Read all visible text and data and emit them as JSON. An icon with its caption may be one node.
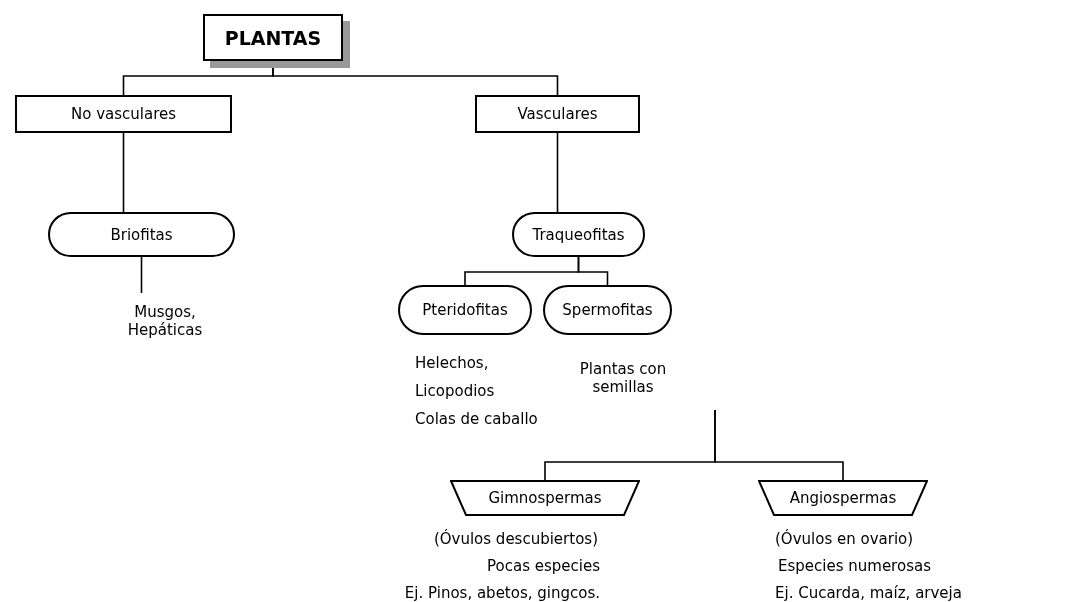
{
  "diagram": {
    "nodes": [
      {
        "text": [
          "PLANTAS"
        ]
      },
      {
        "text": [
          "No vasculares"
        ]
      },
      {
        "text": [
          "Vasculares"
        ]
      },
      {
        "text": [
          "Briofitas"
        ]
      },
      {
        "text": [
          "Musgos, Hepáticas"
        ]
      },
      {
        "text": [
          "Traqueofitas"
        ]
      },
      {
        "text": [
          "Pteridofitas"
        ],
        "beside": [
          "Helechos,",
          "Licopodios",
          "Colas de caballo"
        ]
      },
      {
        "text": [
          "Spermofitas"
        ]
      },
      {
        "text": [
          "Plantas con semillas"
        ]
      },
      {
        "text": [
          "Gimnospermas"
        ],
        "beside": [
          "(Óvulos descubiertos)",
          "Pocas especies",
          "Ej. Pinos, abetos, gingcos."
        ]
      },
      {
        "text": [
          "Angiospermas"
        ],
        "beside": [
          "(Óvulos en ovario)",
          "Especies numerosas",
          "Ej. Cucarda, maíz, arveja"
        ]
      }
    ],
    "edges": [
      {
        "from": 0,
        "to": 1,
        "arrow": "none"
      },
      {
        "from": 0,
        "to": 2,
        "arrow": "none"
      },
      {
        "from": 1,
        "to": 3,
        "arrow": "none"
      },
      {
        "from": 2,
        "to": 5,
        "arrow": "none"
      },
      {
        "from": 3,
        "to": 4,
        "arrow": "none"
      },
      {
        "from": 5,
        "to": 6,
        "arrow": "none"
      },
      {
        "from": 5,
        "to": 7,
        "arrow": "none"
      },
      {
        "from": 8,
        "to": 9,
        "arrow": "none"
      },
      {
        "from": 8,
        "to": 10,
        "arrow": "none"
      }
    ]
  }
}
